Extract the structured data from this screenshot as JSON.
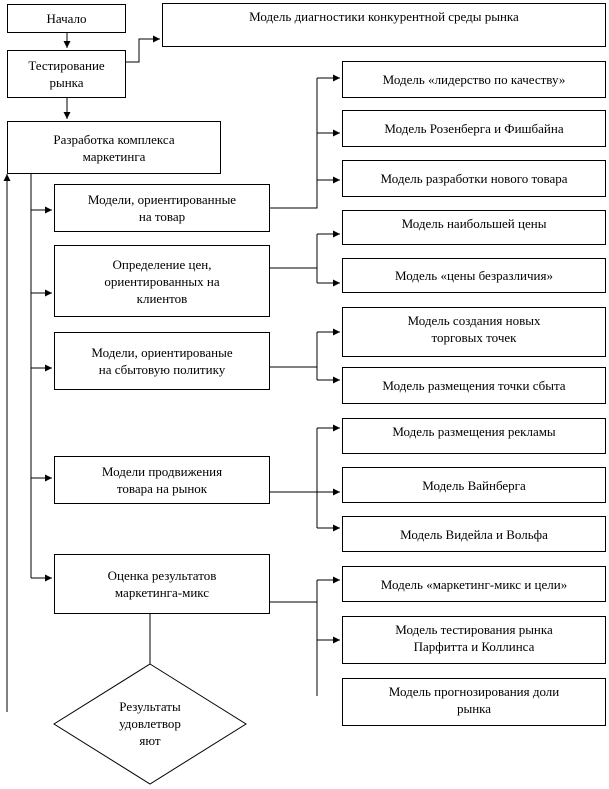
{
  "start": "Начало",
  "testing": "Тестирование\nрынка",
  "diagnostics": "Модель диагностики конкурентной среды рынка",
  "complex": "Разработка комплекса\nмаркетинга",
  "groups": {
    "product": "Модели, ориентированные\nна товар",
    "price": "Определение цен,\nориентированных на\nклиентов",
    "distribution": "Модели, ориентированые\nна сбытовую политику",
    "promotion": "Модели продвижения\nтовара на рынок",
    "evaluation": "Оценка результатов\nмаркетинга-микс"
  },
  "models": {
    "quality": "Модель «лидерство по качеству»",
    "rosenberg": "Модель Розенберга и Фишбайна",
    "new_product": "Модель разработки нового товара",
    "highest_price": "Модель наибольшей цены",
    "indifference": "Модель «цены безразличия»",
    "new_outlets": "Модель создания новых\nторговых точек",
    "outlet_location": "Модель размещения точки сбыта",
    "ad_placement": "Модель размещения рекламы",
    "weinberg": "Модель Вайнберга",
    "vidale_wolfe": "Модель Видейла и Вольфа",
    "mix_goals": "Модель «маркетинг-микс и цели»",
    "parfitt_collins": "Модель тестирования рынка\nПарфитта и Коллинса",
    "share_forecast": "Модель прогнозирования доли\nрынка"
  },
  "decision": "Результаты\nудовлетвор\nяют"
}
